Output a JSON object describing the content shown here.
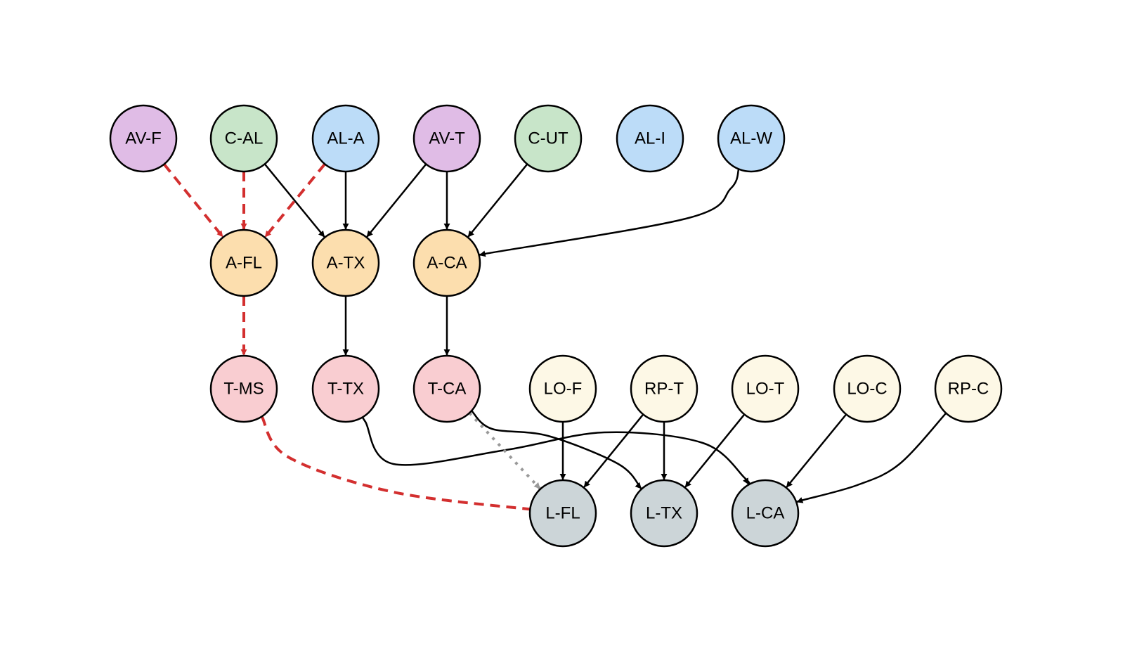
{
  "colors": {
    "purple": "#e0bce6",
    "green": "#c8e5c9",
    "blue": "#bcdcf8",
    "orange": "#fcdeae",
    "pink": "#f9cdd1",
    "cream": "#fdf8e6",
    "gray": "#ccd5d8",
    "edge_default": "#000000",
    "edge_red": "#d32f2f",
    "edge_gray": "#999999"
  },
  "nodes": [
    {
      "id": "AV-F",
      "label": "AV-F",
      "color": "purple"
    },
    {
      "id": "C-AL",
      "label": "C-AL",
      "color": "green"
    },
    {
      "id": "AL-A",
      "label": "AL-A",
      "color": "blue"
    },
    {
      "id": "AV-T",
      "label": "AV-T",
      "color": "purple"
    },
    {
      "id": "C-UT",
      "label": "C-UT",
      "color": "green"
    },
    {
      "id": "AL-I",
      "label": "AL-I",
      "color": "blue"
    },
    {
      "id": "AL-W",
      "label": "AL-W",
      "color": "blue"
    },
    {
      "id": "A-FL",
      "label": "A-FL",
      "color": "orange"
    },
    {
      "id": "A-TX",
      "label": "A-TX",
      "color": "orange"
    },
    {
      "id": "A-CA",
      "label": "A-CA",
      "color": "orange"
    },
    {
      "id": "T-MS",
      "label": "T-MS",
      "color": "pink"
    },
    {
      "id": "T-TX",
      "label": "T-TX",
      "color": "pink"
    },
    {
      "id": "T-CA",
      "label": "T-CA",
      "color": "pink"
    },
    {
      "id": "LO-F",
      "label": "LO-F",
      "color": "cream"
    },
    {
      "id": "RP-T",
      "label": "RP-T",
      "color": "cream"
    },
    {
      "id": "LO-T",
      "label": "LO-T",
      "color": "cream"
    },
    {
      "id": "LO-C",
      "label": "LO-C",
      "color": "cream"
    },
    {
      "id": "RP-C",
      "label": "RP-C",
      "color": "cream"
    },
    {
      "id": "L-FL",
      "label": "L-FL",
      "color": "gray"
    },
    {
      "id": "L-TX",
      "label": "L-TX",
      "color": "gray"
    },
    {
      "id": "L-CA",
      "label": "L-CA",
      "color": "gray"
    }
  ],
  "edges": [
    {
      "from": "AV-F",
      "to": "A-FL",
      "style": "dashed-red"
    },
    {
      "from": "C-AL",
      "to": "A-FL",
      "style": "dashed-red"
    },
    {
      "from": "AL-A",
      "to": "A-FL",
      "style": "dashed-red"
    },
    {
      "from": "C-AL",
      "to": "A-TX",
      "style": "solid"
    },
    {
      "from": "AL-A",
      "to": "A-TX",
      "style": "solid"
    },
    {
      "from": "AV-T",
      "to": "A-TX",
      "style": "solid"
    },
    {
      "from": "AV-T",
      "to": "A-CA",
      "style": "solid"
    },
    {
      "from": "C-UT",
      "to": "A-CA",
      "style": "solid"
    },
    {
      "from": "AL-W",
      "to": "A-CA",
      "style": "solid"
    },
    {
      "from": "A-FL",
      "to": "T-MS",
      "style": "dashed-red"
    },
    {
      "from": "A-TX",
      "to": "T-TX",
      "style": "solid"
    },
    {
      "from": "A-CA",
      "to": "T-CA",
      "style": "solid"
    },
    {
      "from": "T-MS",
      "to": "L-FL",
      "style": "dashed-red"
    },
    {
      "from": "T-TX",
      "to": "L-CA",
      "style": "solid"
    },
    {
      "from": "T-CA",
      "to": "L-TX",
      "style": "solid"
    },
    {
      "from": "T-CA",
      "to": "L-FL",
      "style": "dotted-gray"
    },
    {
      "from": "LO-F",
      "to": "L-FL",
      "style": "solid"
    },
    {
      "from": "RP-T",
      "to": "L-FL",
      "style": "solid"
    },
    {
      "from": "RP-T",
      "to": "L-TX",
      "style": "solid"
    },
    {
      "from": "LO-T",
      "to": "L-TX",
      "style": "solid"
    },
    {
      "from": "LO-C",
      "to": "L-CA",
      "style": "solid"
    },
    {
      "from": "RP-C",
      "to": "L-CA",
      "style": "solid"
    }
  ]
}
